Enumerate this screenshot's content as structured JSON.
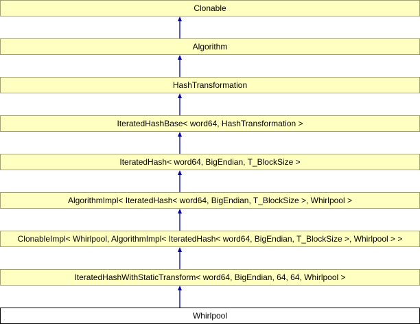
{
  "colors": {
    "node_fill": "#ffffc0",
    "node_border": "#a0a070",
    "arrow": "#000099",
    "current_fill": "#ffffff"
  },
  "nodes": [
    {
      "label": "Clonable"
    },
    {
      "label": "Algorithm"
    },
    {
      "label": "HashTransformation"
    },
    {
      "label": "IteratedHashBase< word64, HashTransformation >"
    },
    {
      "label": "IteratedHash< word64, BigEndian, T_BlockSize >"
    },
    {
      "label": "AlgorithmImpl< IteratedHash< word64, BigEndian, T_BlockSize >, Whirlpool >"
    },
    {
      "label": "ClonableImpl< Whirlpool, AlgorithmImpl< IteratedHash< word64, BigEndian, T_BlockSize >, Whirlpool > >"
    },
    {
      "label": "IteratedHashWithStaticTransform< word64, BigEndian, 64, 64, Whirlpool >"
    },
    {
      "label": "Whirlpool",
      "current": true
    }
  ]
}
